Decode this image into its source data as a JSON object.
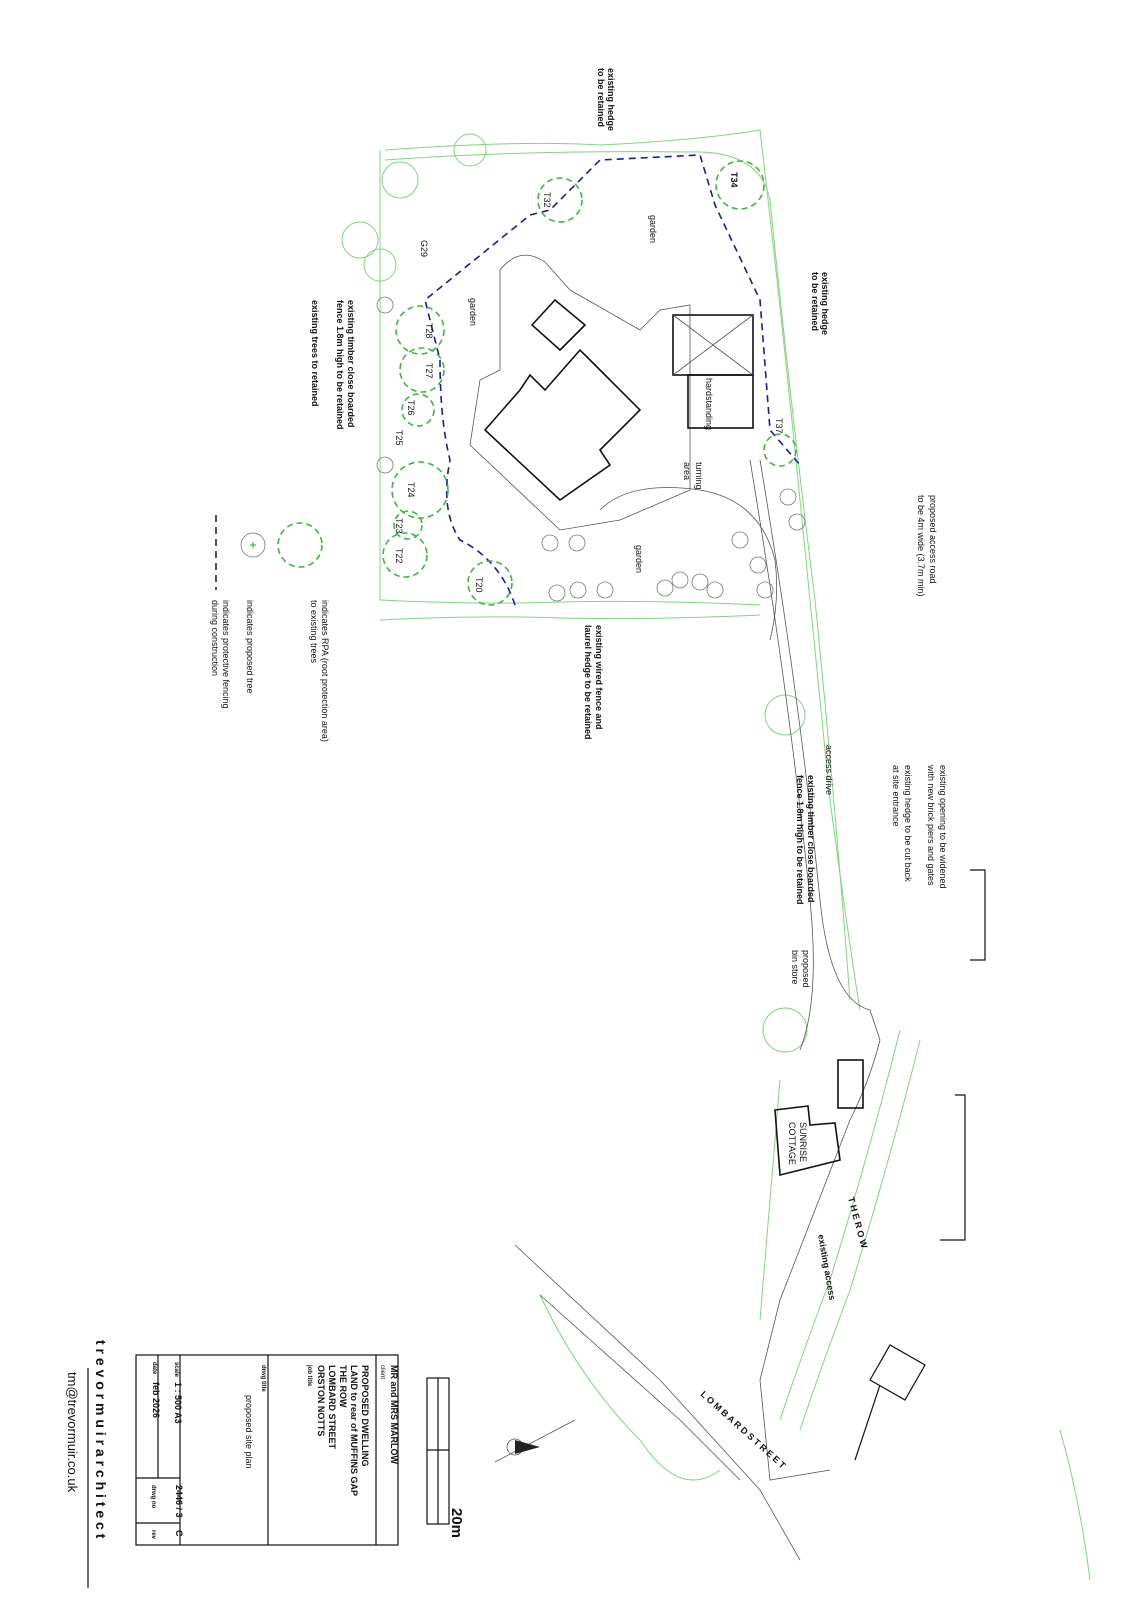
{
  "drawing": {
    "notes": {
      "hedge_top": [
        "existing hedge",
        "to be retained"
      ],
      "hedge_right": [
        "existing hedge",
        "to be retained"
      ],
      "access_road": [
        "proposed access road",
        "to be 4m wide (3.7m min)"
      ],
      "opening": [
        "existing opening to be widened",
        "with new brick piers and gates",
        "existing hedge to be cut back",
        "at site entrance"
      ],
      "access_drive": "access drive",
      "fence_drive": [
        "existing timber close boarded",
        "fence 1.8m high to be retained"
      ],
      "bin_store": [
        "proposed",
        "bin store"
      ],
      "existing_access": "existing access",
      "sunrise": [
        "SUNRISE",
        "COTTAGE"
      ],
      "the_row": "T H E   R O W",
      "lombard": "L O M B A R D   S T R E E T",
      "fence_west": [
        "existing timber close boarded",
        "fence 1.8m high to be retained",
        "existing trees to retained"
      ],
      "wired_fence": [
        "existing wired fence and",
        "laurel hedge to be retained"
      ],
      "garden": "garden",
      "turning": [
        "turning",
        "area"
      ],
      "hardstanding": "hardstanding"
    },
    "trees": [
      "T34",
      "T32",
      "G29",
      "T28",
      "T27",
      "T26",
      "T25",
      "T24",
      "T23",
      "T22",
      "T20",
      "T37"
    ],
    "legend": {
      "rpa": [
        "indicates RPA (root protection area)",
        "to existing trees"
      ],
      "proposed_tree": "indicates proposed tree",
      "fencing": [
        "indicates protective fencing",
        "during construction"
      ]
    },
    "scale_bar_label": "20m"
  },
  "title_block": {
    "client": "MR and MRS MARLOW",
    "client_label": "client",
    "job": [
      "PROPOSED DWELLING",
      "LAND to rear of MUFFINS GAP",
      "THE ROW",
      "LOMBARD STREET",
      "ORSTON  NOTTS"
    ],
    "job_label": "job title",
    "drwg_title_label": "drwg title",
    "drwg_title": "proposed site plan",
    "scale_label": "scale",
    "scale": "1 : 500 A3",
    "date_label": "date",
    "date": "feb 2026",
    "drwg_no": "2446 / 3",
    "drwg_no_label": "drwg no",
    "rev": "C",
    "rev_label": "rev"
  },
  "architect": {
    "name": "t r e v o r   m u i r   a r c h i t e c t",
    "email": "tm@trevormuir.co.uk"
  },
  "colors": {
    "hedge": "#7fd67f",
    "rpa": "#3cb83c",
    "fence": "#1a1aa8"
  }
}
